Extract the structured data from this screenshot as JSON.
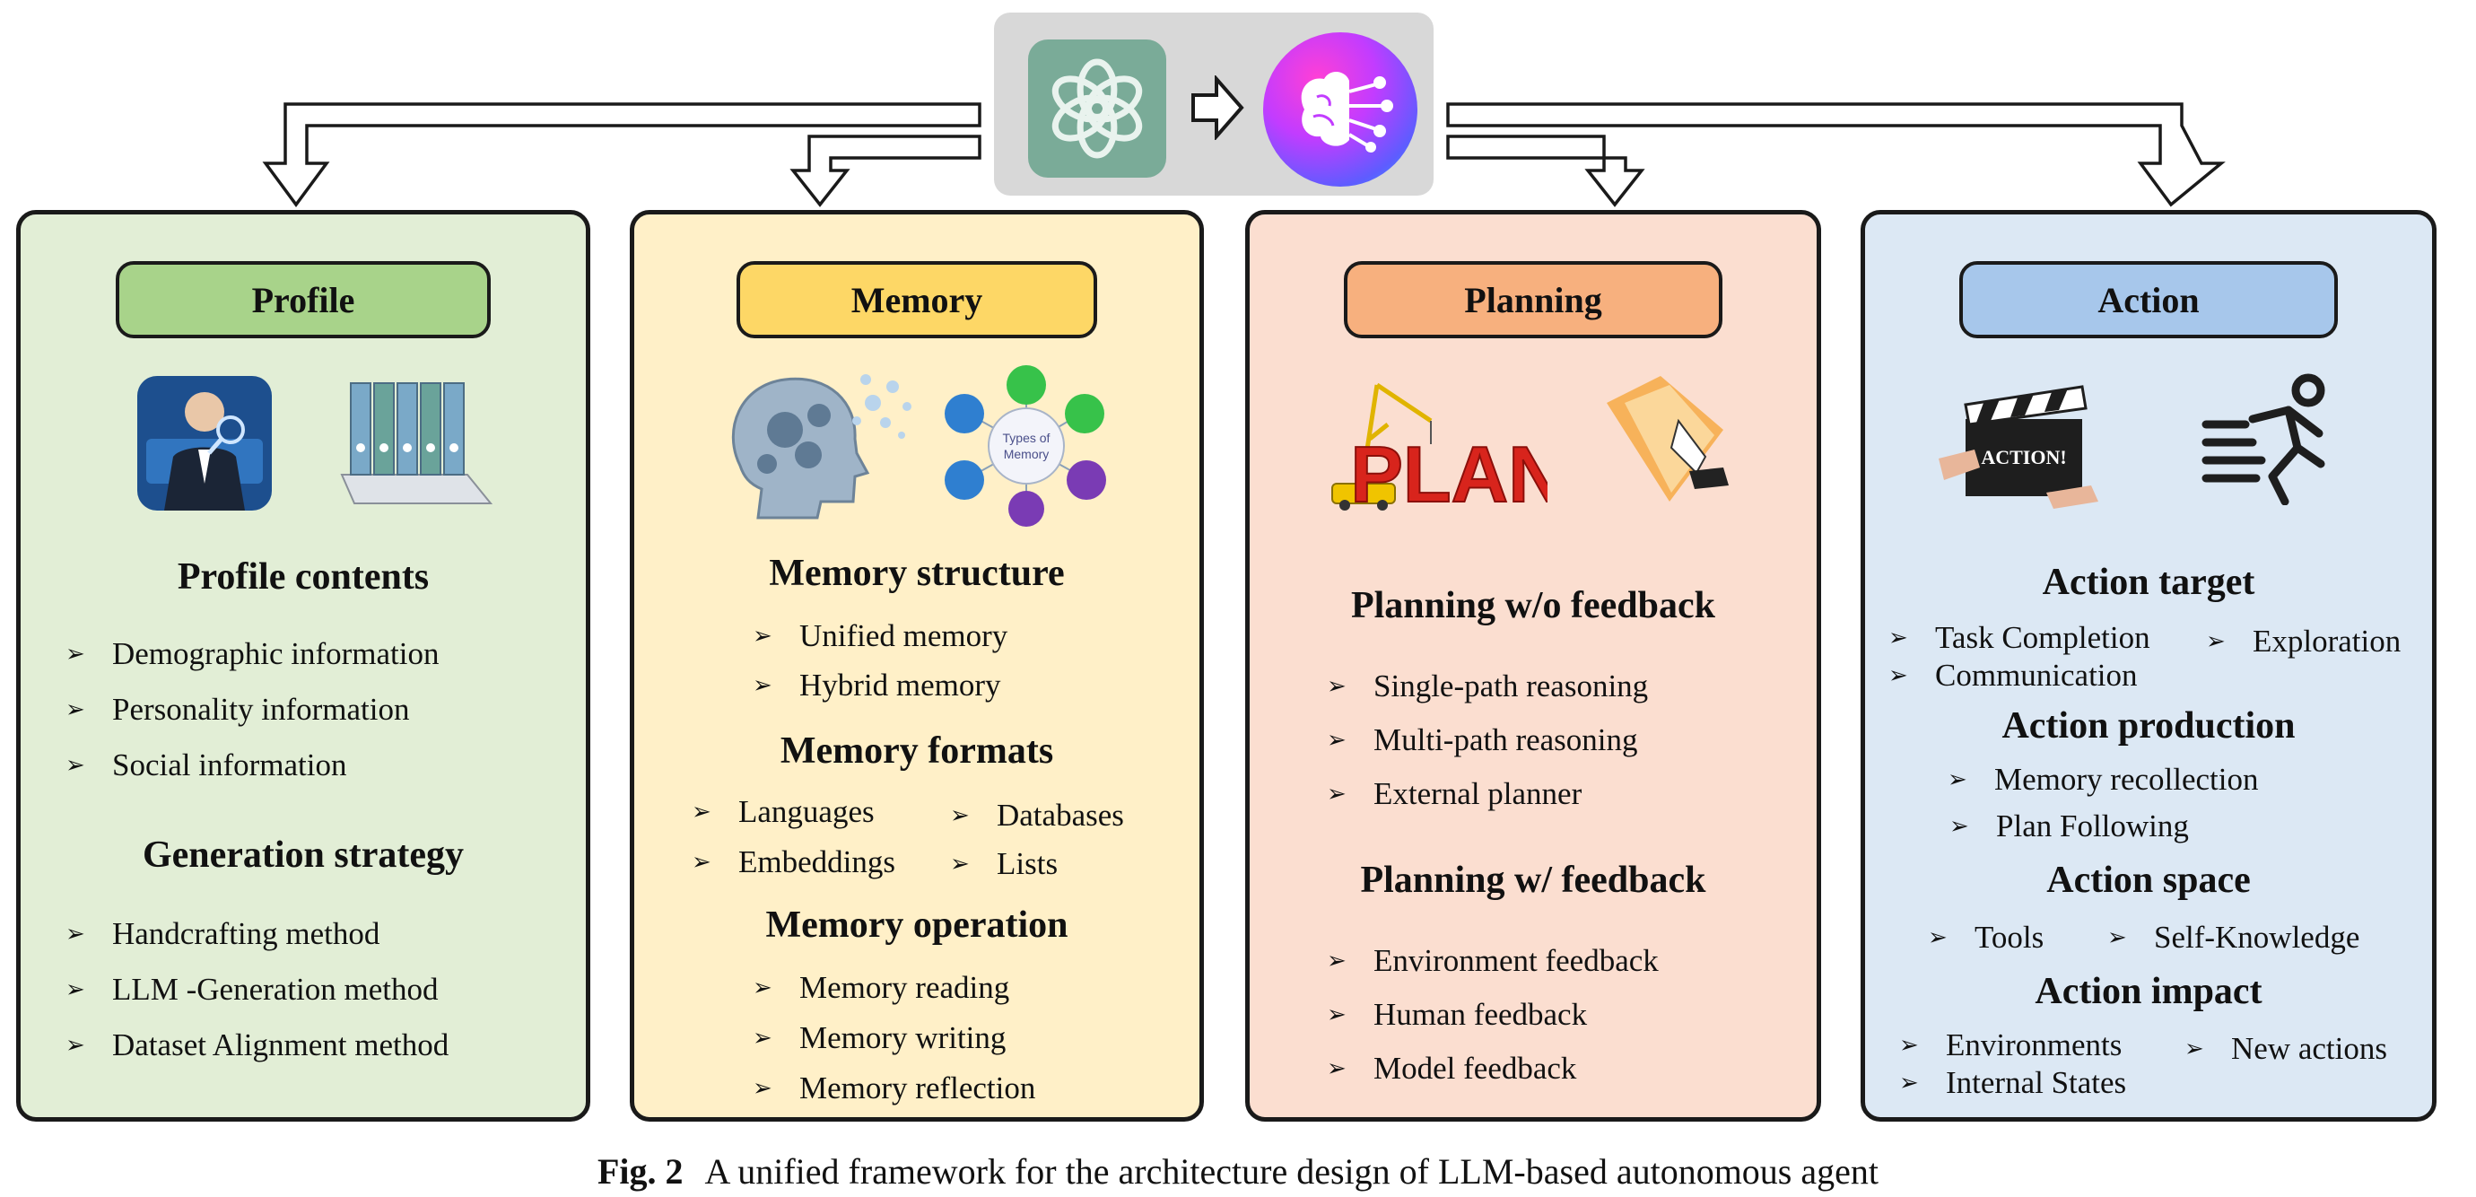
{
  "marker": "➢",
  "colors": {
    "profile_bg": "#e2eed6",
    "profile_pill": "#a8d38a",
    "memory_bg": "#fff0c8",
    "memory_pill": "#fdd766",
    "planning_bg": "#fbded0",
    "planning_pill": "#f7b07e",
    "action_bg": "#dce8f4",
    "action_pill": "#a7c7eb"
  },
  "header": {
    "icons": [
      "openai-logo-icon",
      "right-arrow-icon",
      "ai-brain-icon"
    ]
  },
  "profile": {
    "title": "Profile",
    "contents_heading": "Profile contents",
    "contents": [
      "Demographic information",
      "Personality information",
      "Social information"
    ],
    "strategy_heading": "Generation strategy",
    "strategy": [
      "Handcrafting method",
      "LLM -Generation method",
      "Dataset Alignment method"
    ]
  },
  "memory": {
    "title": "Memory",
    "illustration_text": [
      "Types of",
      "Memory"
    ],
    "structure_heading": "Memory structure",
    "structure": [
      "Unified memory",
      "Hybrid memory"
    ],
    "formats_heading": "Memory formats",
    "formats": [
      "Languages",
      "Databases",
      "Embeddings",
      "Lists"
    ],
    "operation_heading": "Memory operation",
    "operation": [
      "Memory reading",
      "Memory writing",
      "Memory reflection"
    ]
  },
  "planning": {
    "title": "Planning",
    "illustration_text": "PLAN",
    "without_heading": "Planning w/o feedback",
    "without": [
      "Single-path reasoning",
      "Multi-path reasoning",
      "External planner"
    ],
    "with_heading": "Planning w/ feedback",
    "with": [
      "Environment feedback",
      "Human feedback",
      "Model feedback"
    ]
  },
  "action": {
    "title": "Action",
    "illustration_text": "ACTION!",
    "target_heading": "Action target",
    "target": [
      "Task Completion",
      "Exploration",
      "Communication"
    ],
    "production_heading": "Action production",
    "production": [
      "Memory recollection",
      "Plan Following"
    ],
    "space_heading": "Action space",
    "space": [
      "Tools",
      "Self-Knowledge"
    ],
    "impact_heading": "Action impact",
    "impact": [
      "Environments",
      "New actions",
      "Internal States"
    ]
  },
  "caption": {
    "label": "Fig. 2",
    "text": "A unified framework for the architecture design of LLM-based autonomous agent"
  }
}
